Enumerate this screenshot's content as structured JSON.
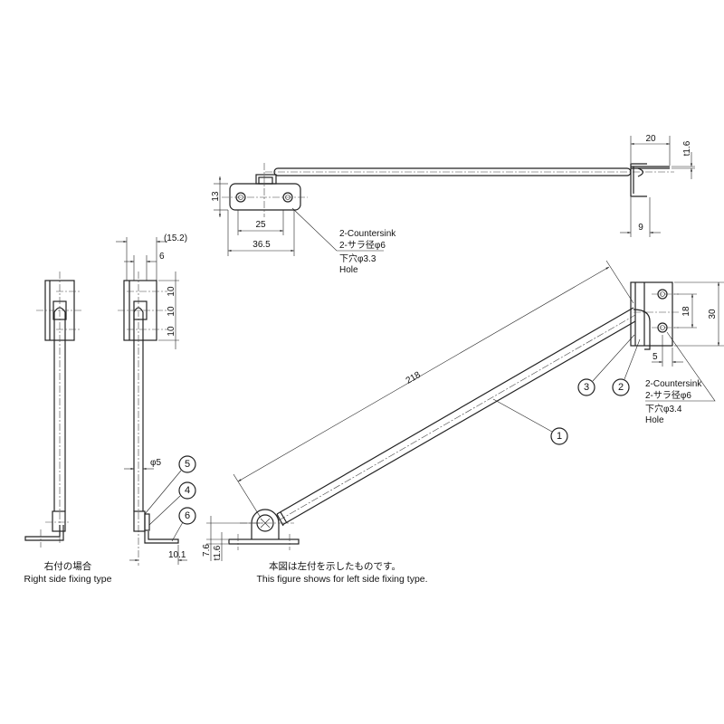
{
  "top_view": {
    "dim_height": "13",
    "dim_hole_pitch": "25",
    "dim_width": "36.5",
    "dim_bracket": "20",
    "dim_thickness": "t1.6",
    "dim_offset": "9",
    "note": [
      "2-Countersink",
      "2-サラ径φ6",
      "下穴φ3.3",
      "Hole"
    ]
  },
  "side_views": {
    "dim_overall": "(15.2)",
    "dim_6": "6",
    "dim_pitch": [
      "10",
      "10",
      "10"
    ],
    "dim_rod": "φ5",
    "dim_foot": "10.1",
    "balloons": [
      "5",
      "4",
      "6"
    ],
    "caption_jp": "右付の場合",
    "caption_en": "Right side fixing type"
  },
  "main_view": {
    "dim_length": "218",
    "dim_pitch": "18",
    "dim_height": "30",
    "dim_offset": "5",
    "dim_base_height": "7.6",
    "dim_base_thickness": "t1.6",
    "balloons": [
      "1",
      "2",
      "3"
    ],
    "note": [
      "2-Countersink",
      "2-サラ径φ6",
      "下穴φ3.4",
      "Hole"
    ],
    "caption_jp": "本図は左付を示したものです。",
    "caption_en": "This figure shows for left side fixing type."
  }
}
